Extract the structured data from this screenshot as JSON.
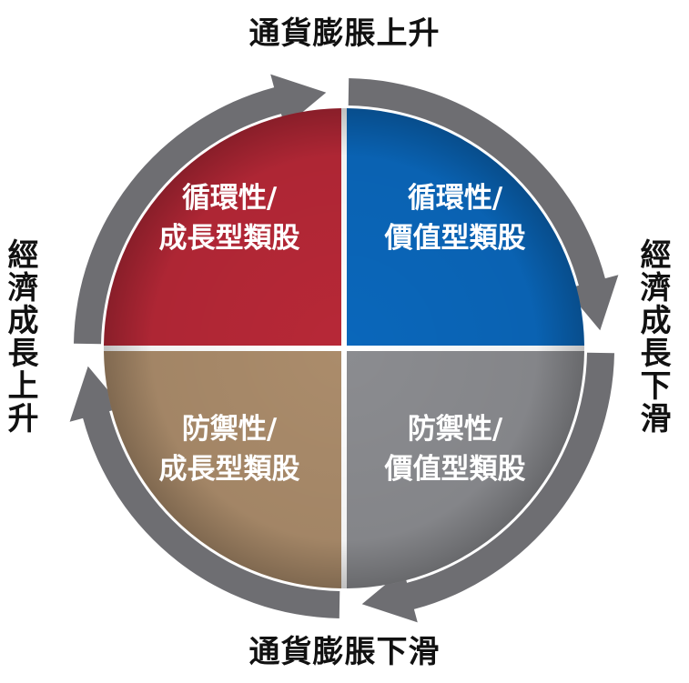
{
  "labels": {
    "top": "通貨膨脹上升",
    "bottom": "通貨膨脹下滑",
    "left": "經濟成長上升",
    "right": "經濟成長下滑"
  },
  "quadrants": {
    "top_left": {
      "line1": "循環性/",
      "line2": "成長型類股",
      "color": "#b72837"
    },
    "top_right": {
      "line1": "循環性/",
      "line2": "價值型類股",
      "color": "#0a67bb"
    },
    "bottom_left": {
      "line1": "防禦性/",
      "line2": "成長型類股",
      "color": "#ab8c6b"
    },
    "bottom_right": {
      "line1": "防禦性/",
      "line2": "價值型類股",
      "color": "#8b8c90"
    }
  },
  "ring_color": "#6e6e72"
}
